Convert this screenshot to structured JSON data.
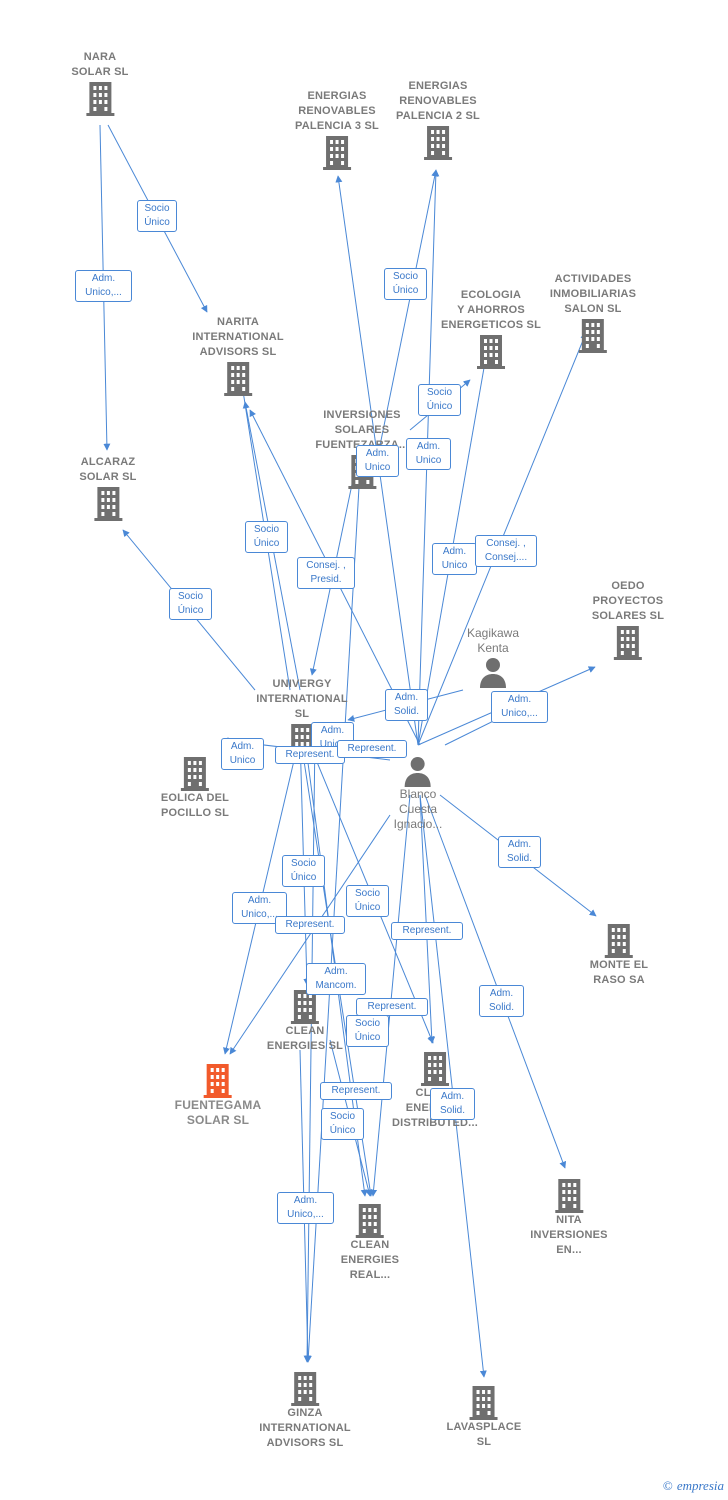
{
  "colors": {
    "edge": "#4a88d6",
    "building": "#6f6f6f",
    "building_highlight": "#f25a2b",
    "person": "#6f6f6f",
    "label": "#7a7a7a"
  },
  "nodes": [
    {
      "id": "nara",
      "label": "NARA\nSOLAR  SL",
      "icon": "building-icon"
    },
    {
      "id": "er3",
      "label": "ENERGIAS\nRENOVABLES\nPALENCIA 3 SL",
      "icon": "building-icon"
    },
    {
      "id": "er2",
      "label": "ENERGIAS\nRENOVABLES\nPALENCIA 2 SL",
      "icon": "building-icon"
    },
    {
      "id": "narita",
      "label": "NARITA\nINTERNATIONAL\nADVISORS  SL",
      "icon": "building-icon"
    },
    {
      "id": "ecologia",
      "label": "ECOLOGIA\nY AHORROS\nENERGETICOS SL",
      "icon": "building-icon"
    },
    {
      "id": "actividades",
      "label": "ACTIVIDADES\nINMOBILIARIAS\nSALON SL",
      "icon": "building-icon"
    },
    {
      "id": "inversiones",
      "label": "INVERSIONES\nSOLARES\nFUENTEZARZA...",
      "icon": "building-icon"
    },
    {
      "id": "alcaraz",
      "label": "ALCARAZ\nSOLAR SL",
      "icon": "building-icon"
    },
    {
      "id": "oedo",
      "label": "OEDO\nPROYECTOS\nSOLARES  SL",
      "icon": "building-icon"
    },
    {
      "id": "kagikawa",
      "label": "Kagikawa\nKenta",
      "icon": "person-icon"
    },
    {
      "id": "univergy",
      "label": "UNIVERGY\nINTERNATIONAL\nSL",
      "icon": "building-icon"
    },
    {
      "id": "eolica",
      "label": "EOLICA DEL\nPOCILLO SL",
      "icon": "building-icon"
    },
    {
      "id": "blanco",
      "label": "Blanco\nCuesta\nIgnacio...",
      "icon": "person-icon"
    },
    {
      "id": "montel",
      "label": "MONTE EL\nRASO SA",
      "icon": "building-icon"
    },
    {
      "id": "cleanenergies",
      "label": "CLEAN\nENERGIES SL",
      "icon": "building-icon"
    },
    {
      "id": "fuentegama",
      "label": "FUENTEGAMA\nSOLAR  SL",
      "icon": "building-icon",
      "highlight": true
    },
    {
      "id": "cleandist",
      "label": "CLEAN\nENERGIES\nDISTRIBUTED...",
      "icon": "building-icon"
    },
    {
      "id": "nita",
      "label": "NITA\nINVERSIONES\nEN...",
      "icon": "building-icon"
    },
    {
      "id": "cleanreal",
      "label": "CLEAN\nENERGIES\nREAL...",
      "icon": "building-icon"
    },
    {
      "id": "ginza",
      "label": "GINZA\nINTERNATIONAL\nADVISORS  SL",
      "icon": "building-icon"
    },
    {
      "id": "lavasplace",
      "label": "LAVASPLACE\nSL",
      "icon": "building-icon"
    }
  ],
  "relations": [
    {
      "id": "r1",
      "label": "Socio\nÚnico"
    },
    {
      "id": "r2",
      "label": "Adm.\nUnico,..."
    },
    {
      "id": "r3",
      "label": "Socio\nÚnico"
    },
    {
      "id": "r4",
      "label": "Socio\nÚnico"
    },
    {
      "id": "r5",
      "label": "Adm.\nUnico"
    },
    {
      "id": "r6",
      "label": "Adm.\nUnico"
    },
    {
      "id": "r7",
      "label": "Socio\nÚnico"
    },
    {
      "id": "r8",
      "label": "Consej. ,\nPresid."
    },
    {
      "id": "r9",
      "label": "Socio\nÚnico"
    },
    {
      "id": "r10",
      "label": "Adm.\nUnico"
    },
    {
      "id": "r11",
      "label": "Consej. ,\nConsej...."
    },
    {
      "id": "r12",
      "label": "Adm.\nSolid."
    },
    {
      "id": "r13",
      "label": "Adm.\nUnico,..."
    },
    {
      "id": "r14",
      "label": "Adm.\nUnico"
    },
    {
      "id": "r15",
      "label": "Adm.\nUnico"
    },
    {
      "id": "r16",
      "label": "Represent."
    },
    {
      "id": "r17",
      "label": "Represent."
    },
    {
      "id": "r18",
      "label": "Adm.\nSolid."
    },
    {
      "id": "r19",
      "label": "Socio\nÚnico"
    },
    {
      "id": "r20",
      "label": "Socio\nÚnico"
    },
    {
      "id": "r21",
      "label": "Adm.\nUnico,..."
    },
    {
      "id": "r22",
      "label": "Represent."
    },
    {
      "id": "r23",
      "label": "Represent."
    },
    {
      "id": "r24",
      "label": "Adm.\nMancom."
    },
    {
      "id": "r25",
      "label": "Represent."
    },
    {
      "id": "r26",
      "label": "Adm.\nSolid."
    },
    {
      "id": "r27",
      "label": "Socio\nÚnico"
    },
    {
      "id": "r28",
      "label": "Represent."
    },
    {
      "id": "r29",
      "label": "Adm.\nSolid."
    },
    {
      "id": "r30",
      "label": "Socio\nÚnico"
    },
    {
      "id": "r31",
      "label": "Adm.\nUnico,..."
    }
  ],
  "footer": {
    "copyright": "©",
    "brand": "empresia"
  }
}
